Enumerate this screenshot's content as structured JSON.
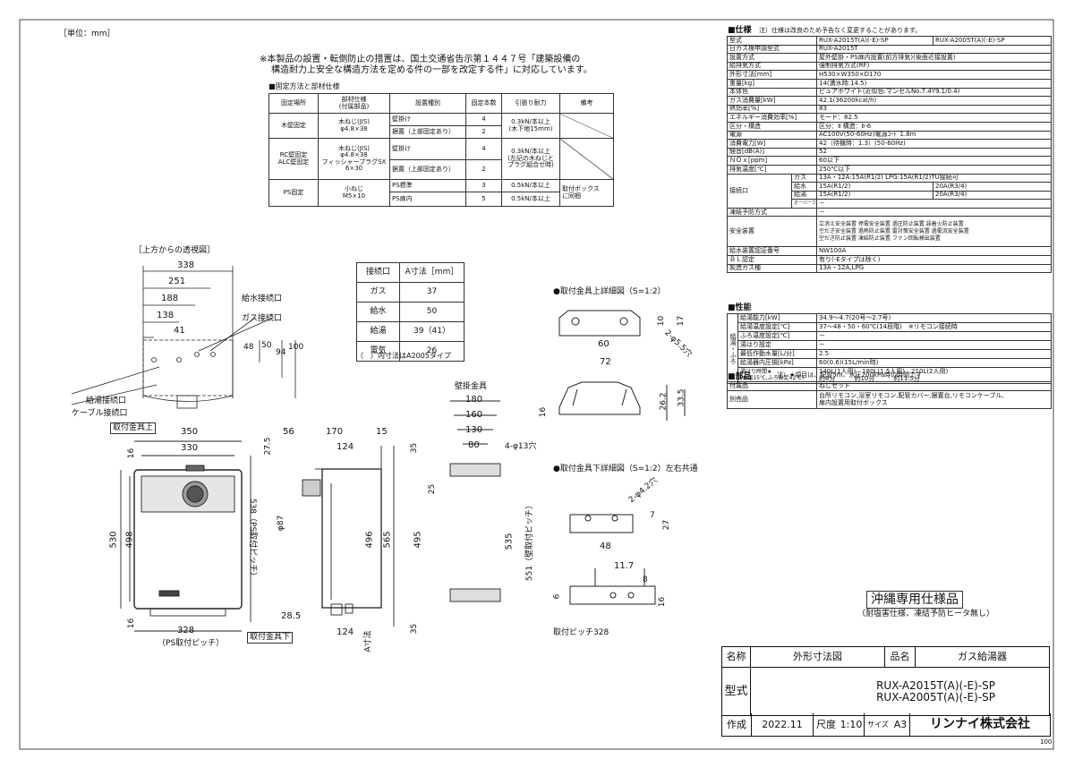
{
  "unit_label": "［単位：mm］",
  "notice": {
    "line1": "※本製品の設置・転倒防止の措置は、国土交通省告示第１４４７号「建築設備の",
    "line2": "構造耐力上安全な構造方法を定める件の一部を改定する件」に対応しています。"
  },
  "fix_table": {
    "title": "■固定方法と部材仕様",
    "headers": [
      "固定場所",
      "部材仕様\n(付属部品)",
      "設置種別",
      "固定本数",
      "引張り耐力",
      "備考"
    ],
    "rows": [
      [
        "木壁固定",
        "木ねじ(JIS)\nφ4.8×38",
        "壁掛け",
        "4",
        "0.3kN/本以上\n(木下地15mm)",
        ""
      ],
      [
        "",
        "",
        "据置（上部固定あり）",
        "2",
        "",
        ""
      ],
      [
        "RC壁固定\nALC壁固定",
        "木ねじ(JIS)\nφ4.8×38\nフィッシャープラグSX\n6×30",
        "壁掛け",
        "4",
        "0.3kN/本以上\n(左記の木ねじと\nプラグ組合せ時)",
        ""
      ],
      [
        "",
        "",
        "据置（上部固定あり）",
        "2",
        "",
        ""
      ],
      [
        "PS固定",
        "小ねじ\nM5×10",
        "PS標準",
        "3",
        "0.5kN/本以上",
        "取付ボックス\nに同梱"
      ],
      [
        "",
        "",
        "PS扉内",
        "5",
        "0.5kN/本以上",
        ""
      ]
    ]
  },
  "conn_table": {
    "headers": [
      "接続口",
      "A寸法［mm］"
    ],
    "rows": [
      [
        "ガス",
        "37"
      ],
      [
        "給水",
        "50"
      ],
      [
        "給湯",
        "39（41）"
      ],
      [
        "電気",
        "26"
      ]
    ],
    "note": "（　）内寸法はA2005タイプ"
  },
  "top_view": {
    "title": "［上方からの透視図］",
    "dims": [
      "338",
      "251",
      "188",
      "138",
      "41",
      "48",
      "94",
      "50",
      "100"
    ],
    "labels": [
      "給水接続口",
      "ガス接続口",
      "給湯接続口",
      "ケーブル接続口"
    ]
  },
  "front_view": {
    "labels": [
      "取付金具上",
      "取付金具下",
      "（PS取付ピッチ）"
    ],
    "dims": [
      "350",
      "330",
      "16",
      "530",
      "498",
      "16",
      "328",
      "538（PS取付ピッチ）",
      "φ87"
    ]
  },
  "side_view": {
    "dims": [
      "56",
      "170",
      "15",
      "124",
      "27.5",
      "496",
      "565",
      "28.5",
      "124",
      "A寸法"
    ]
  },
  "wall_bracket": {
    "title": "壁掛金具",
    "dims": [
      "180",
      "160",
      "130",
      "80",
      "4-φ13穴",
      "35",
      "25",
      "495",
      "535",
      "551（壁取付ピッチ）",
      "35"
    ]
  },
  "detail_upper": {
    "title": "●取付金具上詳細図（S=1:2）",
    "dims": [
      "60",
      "10",
      "17",
      "2-φ5.5穴",
      "72",
      "16",
      "26.2",
      "33.5"
    ]
  },
  "detail_lower": {
    "title": "●取付金具下詳細図（S=1:2）左右共通",
    "dims": [
      "2-φ4.2穴",
      "7",
      "27",
      "48",
      "11.7",
      "8",
      "6",
      "16",
      "取付ピッチ328"
    ]
  },
  "spec": {
    "title": "■仕様",
    "note": "注）仕様は改良のため予告なく変更することがあります。",
    "rows": [
      [
        "型式",
        "RUX-A2015T(A)(-E)-SP",
        "RUX-A2005T(A)(-E)-SP"
      ],
      [
        "日ガス検申請型式",
        "RUX-A2015T",
        ""
      ],
      [
        "設置方式",
        "屋外壁掛・PS扉内設置(前方排気)(後面近接設置)",
        ""
      ],
      [
        "給排気方式",
        "強制排気方式(RF)",
        ""
      ],
      [
        "外形寸法[mm]",
        "H530×W350×D170",
        ""
      ],
      [
        "重量[kg]",
        "14(満水時:14.5)",
        ""
      ],
      [
        "本体色",
        "ピュアホワイト(近似色:マンセルNo.7.4Y9.1/0.4)",
        ""
      ],
      [
        "ガス消費量[kW]",
        "42.1(36200kcal/h)",
        ""
      ],
      [
        "熱効率[%]",
        "83",
        ""
      ],
      [
        "エネルギー消費効率[%]",
        "モード：82.5",
        ""
      ],
      [
        "区分・構造",
        "区分：Ⅱ 構造：Ⅱ-6",
        ""
      ],
      [
        "電源",
        "AC100V(50-60Hz)電源ｺｰﾄﾞ1.8m",
        ""
      ],
      [
        "消費電力[W]",
        "42（待機時：1.3）(50-60Hz)",
        ""
      ],
      [
        "騒音[dB(A)]",
        "52",
        ""
      ],
      [
        "ＮＯｘ[ppm]",
        "60以下",
        ""
      ],
      [
        "排気温度[℃]",
        "250℃以下",
        ""
      ]
    ],
    "conn_label": "接続口",
    "conn_rows": [
      [
        "ガス",
        "13A・12A:15A(R1/2) LPG:15A(R1/2)TU接続可",
        ""
      ],
      [
        "給水",
        "15A(R1/2)",
        "20A(R3/4)"
      ],
      [
        "給湯",
        "15A(R1/2)",
        "20A(R3/4)"
      ],
      [
        "オーバーフロー",
        "－",
        ""
      ]
    ],
    "rows2": [
      [
        "凍結予防方式",
        "－"
      ]
    ],
    "safety_label": "安全装置",
    "safety_lines": [
      "立消え安全装置 停電安全装置 過圧防止装置 誤着火防止装置",
      "空だき安全装置 過熱防止装置 雷対策安全装置 過電流安全装置",
      "空だき防止装置 凍結防止装置 ファン回転検出装置"
    ],
    "rows3": [
      [
        "給水装置認証番号",
        "NW100A"
      ],
      [
        "ＢＬ認定",
        "有り(-Eタイプは除く)"
      ],
      [
        "製造ガス種",
        "13A・12A,LPG"
      ]
    ]
  },
  "perf": {
    "title": "■性能",
    "side_label": "給湯・ふろ",
    "rows": [
      [
        "給湯能力[kW]",
        "34.9～4.7(20号～2.7号)"
      ],
      [
        "給湯温度設定[℃]",
        "37～48・50・60℃(14段階)　※リモコン接続時"
      ],
      [
        "ふろ温度設定[℃]",
        "－"
      ],
      [
        "湯はり設定",
        "－"
      ],
      [
        "最低作動水量[L/分]",
        "2.5"
      ],
      [
        "給湯器内圧損[kPa]",
        "60(0.6)(15L/min時)"
      ]
    ],
    "fill_label": "湯はり時間★\n(水温15℃,ふろ設定42℃)",
    "fill_values": [
      "140L(1人用)　180L(1.5人用)　210L(2人用)",
      "約8分　　　約10分　　　約11.5分"
    ],
    "note": "注）★項目は、配管5m、水圧200kPa時の時間です"
  },
  "acc": {
    "title": "■部品",
    "rows": [
      [
        "付属品",
        "ねじセット"
      ],
      [
        "別売品",
        "台所リモコン,浴室リモコン,配管カバー,据置台,リモコンケーブル,\n扉内設置用取付ボックス"
      ]
    ]
  },
  "okinawa": {
    "label": "沖縄専用仕様品",
    "sub": "（耐塩害仕様、凍結予防ヒータ無し）"
  },
  "titleblock": {
    "name_label": "名称",
    "name_value": "外形寸法図",
    "product_label": "品名",
    "product_value": "ガス給湯器",
    "model_label": "型式",
    "model_1": "RUX-A2015T(A)(-E)-SP",
    "model_2": "RUX-A2005T(A)(-E)-SP",
    "made_label": "作成",
    "date": "2022.11",
    "scale_label": "尺度",
    "scale": "1:10",
    "size_label": "サイズ",
    "size": "A3",
    "company": "リンナイ株式会社",
    "page": "100"
  }
}
